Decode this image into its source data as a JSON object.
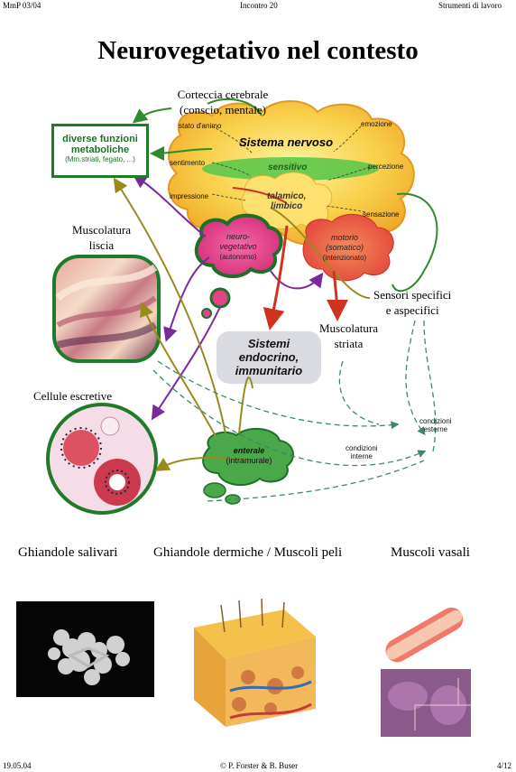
{
  "header": {
    "left": "MmP 03/04",
    "center": "Incontro 20",
    "right": "Strumenti di lavoro"
  },
  "title": "Neurovegetativo nel contesto",
  "diagram": {
    "cortex_label_1": "Corteccia cerebrale",
    "cortex_label_2": "(conscio, mentale)",
    "sistema_nervoso": "Sistema nervoso",
    "sensitivo": "sensitivo",
    "talamico_1": "talamico,",
    "talamico_2": "limbico",
    "neuroveg_1": "neuro-",
    "neuroveg_2": "vegetativo",
    "neuroveg_3": "(autonomo)",
    "motorio_1": "motorio",
    "motorio_2": "(somatico)",
    "motorio_3": "(intenzionato)",
    "sistemi_1": "Sistemi",
    "sistemi_2": "endocrino,",
    "sistemi_3": "immunitario",
    "enterale_1": "enterale",
    "enterale_2": "(intramurale)",
    "funzioni_1": "diverse funzioni",
    "funzioni_2": "metaboliche",
    "funzioni_3": "(Mm.striati, fegato, ...)",
    "musc_liscia_1": "Muscolatura",
    "musc_liscia_2": "liscia",
    "cellule": "Cellule escretive",
    "sensori_1": "Sensori specifici",
    "sensori_2": "e aspecifici",
    "musc_striata_1": "Muscolatura",
    "musc_striata_2": "striata",
    "stato_animo": "stato d'animo",
    "emozione": "emozione",
    "sentimento": "sentimento",
    "percezione": "percezione",
    "impressione": "impressione",
    "sensazione": "sensazione",
    "cond_esterne_1": "condizioni",
    "cond_esterne_2": "esterne",
    "cond_interne_1": "condizioni",
    "cond_interne_2": "interne"
  },
  "captions": {
    "salivari": "Ghiandole salivari",
    "dermiche": "Ghiandole dermiche / Muscoli peli",
    "vasali": "Muscoli vasali"
  },
  "footer": {
    "left": "19.05.04",
    "center": "© P. Forster & B. Buser",
    "right": "4/12"
  },
  "colors": {
    "green": "#2e8b2e",
    "purple": "#7b2a9c",
    "olive": "#9a8a1e",
    "red": "#d0321e",
    "yellow": "#f7c332",
    "pink": "#e24a8a",
    "teal": "#3a8a6a"
  }
}
